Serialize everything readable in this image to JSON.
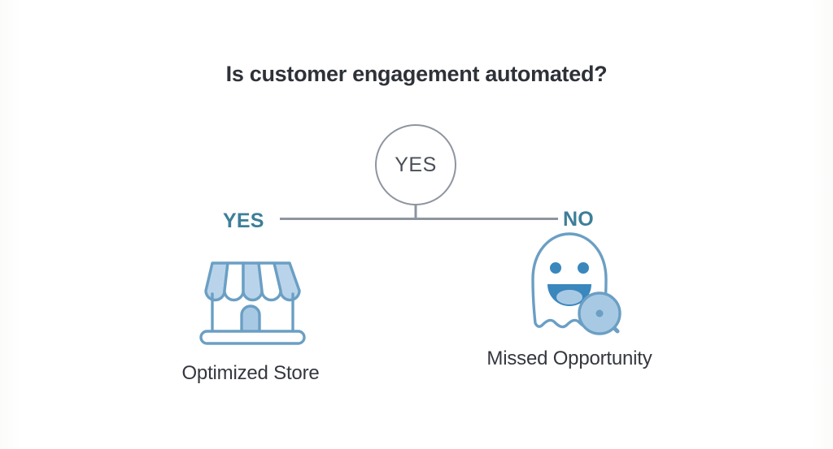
{
  "title": "Is customer engagement automated?",
  "decision_node": {
    "label": "YES",
    "shape": "circle"
  },
  "branches": [
    {
      "label": "YES",
      "side": "left"
    },
    {
      "label": "NO",
      "side": "right"
    }
  ],
  "outcomes": [
    {
      "caption": "Optimized Store",
      "icon": "storefront-icon",
      "branch": "YES"
    },
    {
      "caption": "Missed Opportunity",
      "icon": "ghost-magnifier-icon",
      "branch": "NO"
    }
  ],
  "colors": {
    "background": "#ffffff",
    "title_text": "#2e3238",
    "caption_text": "#34383e",
    "branch_label": "#3d7f99",
    "connector_line": "#8e959f",
    "node_border": "#8e959f",
    "node_text": "#4a4f57",
    "icon_outline": "#6b9fc4",
    "icon_fill_light": "#b9d4ea",
    "icon_fill_mid": "#8fb8d8",
    "icon_accent_dark": "#3a87bd"
  }
}
